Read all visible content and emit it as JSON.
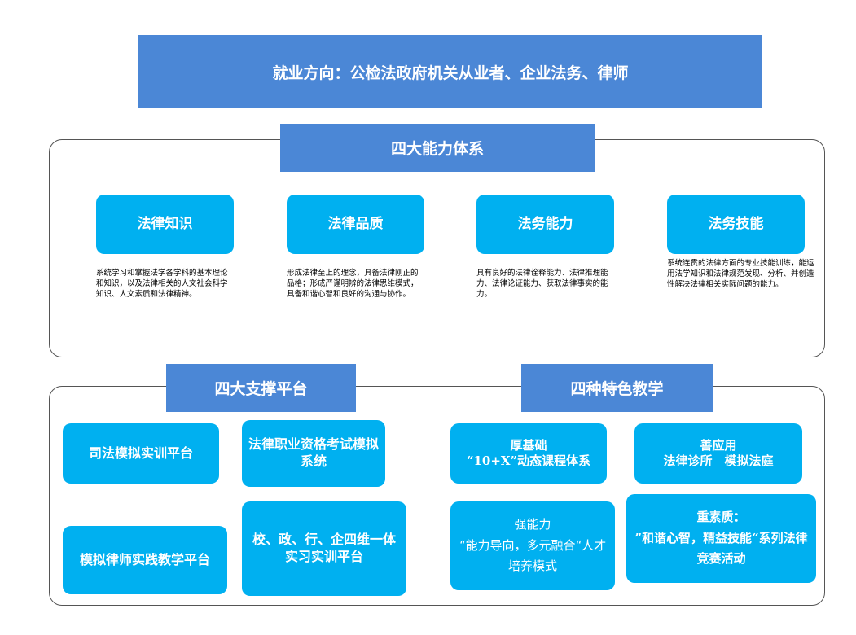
{
  "employment": {
    "text": "就业方向：公检法政府机关从业者、企业法务、律师"
  },
  "abilities": {
    "title": "四大能力体系",
    "items": [
      {
        "label": "法律知识",
        "desc": "系统学习和掌握法学各学科的基本理论和知识，以及法律相关的人文社会科学知识、人文素质和法律精神。"
      },
      {
        "label": "法律品质",
        "desc": "形成法律至上的理念，具备法律刚正的品格；形成严谨明辨的法律思维模式，具备和谐心智和良好的沟通与协作。"
      },
      {
        "label": "法务能力",
        "desc": "具有良好的法律诠释能力、法律推理能力、法律论证能力、获取法律事实的能力。"
      },
      {
        "label": "法务技能",
        "desc": "系统连贯的法律方面的专业技能训练，能运用法学知识和法律规范发现、分析、并创造性解决法律相关实际问题的能力。"
      }
    ]
  },
  "platforms": {
    "title": "四大支撑平台",
    "items": [
      {
        "label": "司法模拟实训平台"
      },
      {
        "label": "法律职业资格考试模拟系统"
      },
      {
        "label": "模拟律师实践教学平台"
      },
      {
        "label": "校、政、行、企四维一体实习实训平台"
      }
    ]
  },
  "teaching": {
    "title": "四种特色教学",
    "items": [
      {
        "line1": "厚基础",
        "line2": "“10+X”动态课程体系"
      },
      {
        "line1": "善应用",
        "line2": "法律诊所　模拟法庭"
      },
      {
        "line1": "强能力",
        "line2": "“能力导向，多元融合“人才培养模式"
      },
      {
        "line1": "重素质：",
        "line2": "”和谐心智，精益技能“系列法律竞赛活动"
      }
    ]
  },
  "colors": {
    "header_blue": "#4b87d6",
    "box_cyan": "#00b0f0",
    "frame_border": "#555555"
  }
}
